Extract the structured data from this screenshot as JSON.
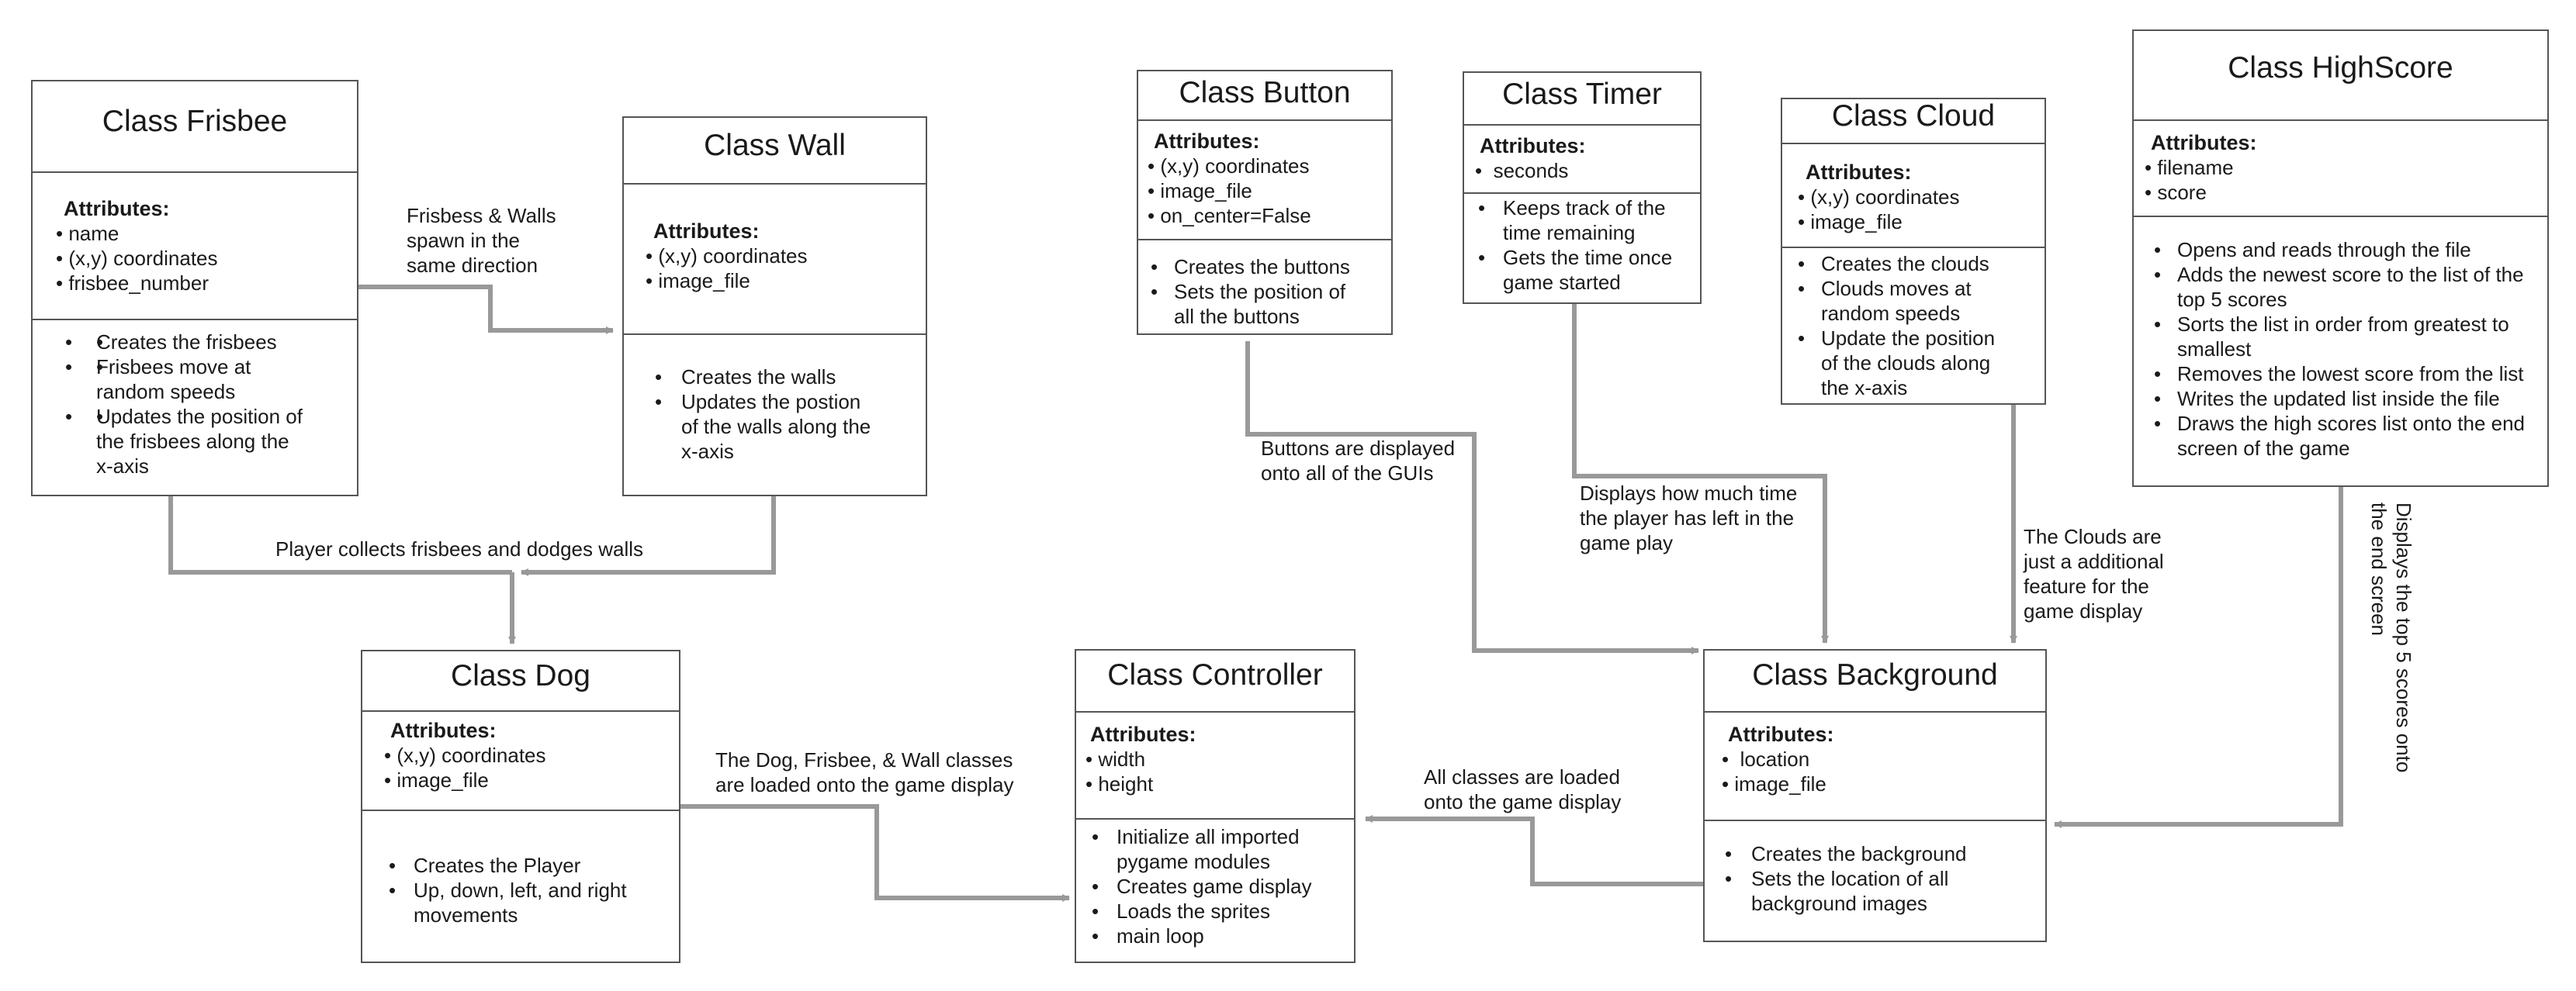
{
  "classes": {
    "frisbee": {
      "title": "Class Frisbee",
      "attributes_label": "Attributes:",
      "attributes": [
        "name",
        "(x,y) coordinates",
        "frisbee_number"
      ],
      "methods": [
        "Creates the frisbees",
        "Frisbees  move at",
        "random speeds",
        "Updates the position of",
        "the frisbees along the",
        "x-axis"
      ]
    },
    "wall": {
      "title": "Class Wall",
      "attributes_label": "Attributes:",
      "attributes": [
        "(x,y) coordinates",
        "image_file"
      ],
      "methods": [
        "Creates the walls",
        "Updates the postion",
        "of the walls along the",
        "x-axis"
      ]
    },
    "dog": {
      "title": "Class Dog",
      "attributes_label": "Attributes:",
      "attributes": [
        "(x,y) coordinates",
        "image_file"
      ],
      "methods": [
        "Creates the Player",
        "Up, down, left, and right",
        "movements"
      ]
    },
    "button": {
      "title": "Class Button",
      "attributes_label": "Attributes:",
      "attributes": [
        "(x,y) coordinates",
        "image_file",
        "on_center=False"
      ],
      "methods": [
        "Creates the buttons",
        "Sets the position of",
        "all the buttons"
      ]
    },
    "timer": {
      "title": "Class Timer",
      "attributes_label": "Attributes:",
      "attributes": [
        "seconds"
      ],
      "methods": [
        "Keeps track of the",
        "time remaining",
        "Gets the time once",
        "game started"
      ]
    },
    "cloud": {
      "title": "Class Cloud",
      "attributes_label": "Attributes:",
      "attributes": [
        "(x,y) coordinates",
        "image_file"
      ],
      "methods": [
        "Creates the clouds",
        "Clouds moves at",
        "random speeds",
        "Update the position",
        "of the clouds along",
        "the x-axis"
      ]
    },
    "highscore": {
      "title": "Class HighScore",
      "attributes_label": "Attributes:",
      "attributes": [
        "filename",
        "score"
      ],
      "methods": [
        "Opens and reads through the file",
        "Adds the newest score to the list of the",
        "top 5 scores",
        "Sorts the list in order from greatest to",
        "smallest",
        "Removes the lowest score from the list",
        "Writes the updated list inside the file",
        "Draws the high scores list onto the end",
        "screen of the game"
      ]
    },
    "controller": {
      "title": "Class Controller",
      "attributes_label": "Attributes:",
      "attributes": [
        "width",
        "height"
      ],
      "methods": [
        "Initialize all imported",
        "pygame modules",
        "Creates game display",
        "Loads the sprites",
        "main loop"
      ]
    },
    "background": {
      "title": "Class Background",
      "attributes_label": "Attributes:",
      "attributes": [
        "location",
        "image_file"
      ],
      "methods": [
        "Creates the background",
        "Sets the location of all",
        "background images"
      ]
    }
  },
  "connectors": {
    "frisbee_wall": [
      "Frisbess & Walls",
      "spawn in the",
      "same direction"
    ],
    "player_collects": "Player collects frisbees and dodges walls",
    "dog_controller": [
      "The Dog, Frisbee, & Wall classes",
      "are loaded onto the game display"
    ],
    "button_background": [
      "Buttons are displayed",
      "onto all of the GUIs"
    ],
    "timer_background": [
      "Displays how much time",
      "the player has left in the",
      "game play"
    ],
    "cloud_background": [
      "The Clouds are",
      "just a additional",
      "feature for the",
      "game display"
    ],
    "background_controller": [
      "All classes are loaded",
      "onto the game display"
    ],
    "highscore_background": [
      "Displays the top 5 scores onto",
      "the end screen"
    ]
  },
  "colors": {
    "connector": "#999999",
    "border": "#555555"
  }
}
